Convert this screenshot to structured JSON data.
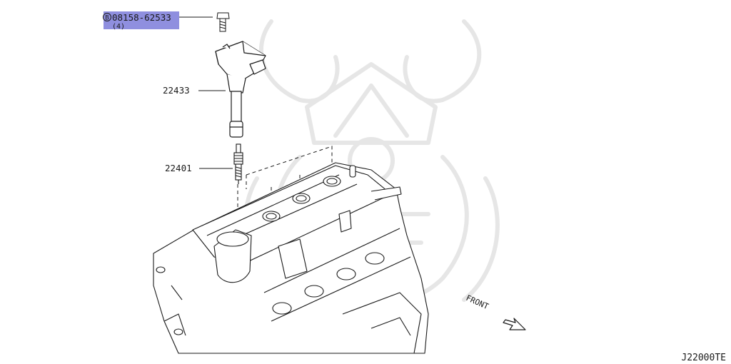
{
  "diagram": {
    "callouts": [
      {
        "part_number": "08158-62533",
        "quantity": "(4)",
        "marker": "B",
        "highlighted": true
      },
      {
        "part_number": "22433"
      },
      {
        "part_number": "22401"
      }
    ],
    "direction_label": "FRONT",
    "figure_code": "J22000TE",
    "colors": {
      "highlight": "#7b7bd9",
      "line": "#1a1a1a",
      "watermark": "#e6e6e6"
    },
    "icons": [
      "bolt-icon",
      "ignition-coil-icon",
      "spark-plug-icon",
      "engine-head-icon",
      "front-arrow-icon",
      "samurai-helmet-watermark"
    ]
  }
}
